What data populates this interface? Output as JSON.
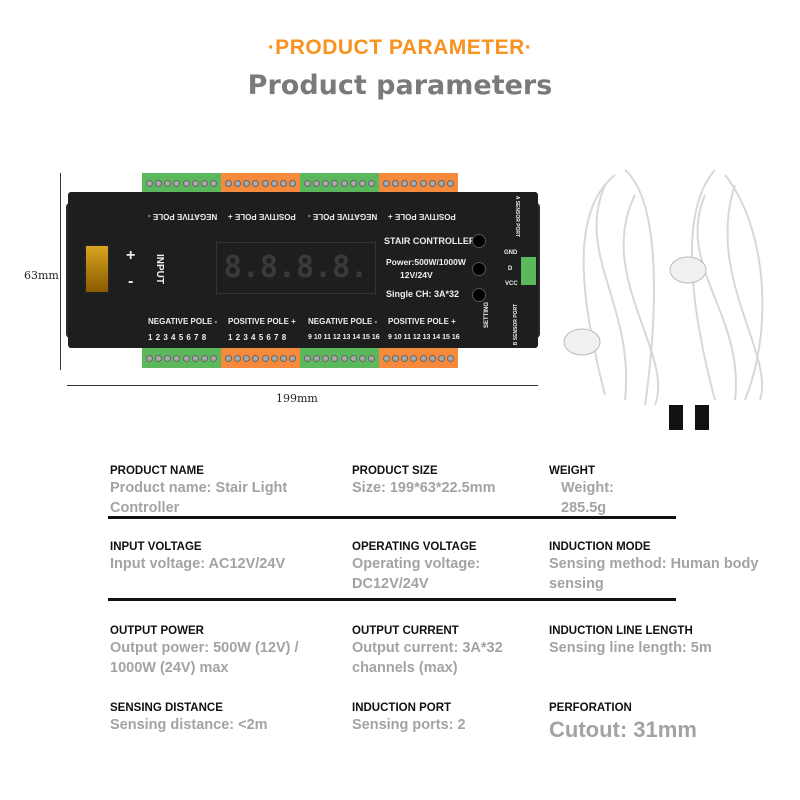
{
  "header": {
    "title": "·PRODUCT PARAMETER·",
    "subtitle": "Product parameters"
  },
  "product_image": {
    "height_label": "63mm",
    "width_label": "199mm",
    "device_labels": {
      "negative_pole": "NEGATIVE POLE -",
      "positive_pole": "POSITIVE POLE +",
      "input": "INPUT",
      "plus": "+",
      "minus": "-",
      "display": "8.8.8.8.",
      "stair_controller": "STAIR CONTROLLER",
      "power": "Power:500W/1000W",
      "voltage": "12V/24V",
      "single_ch": "Single CH: 3A*32",
      "setting": "SETTING",
      "gnd": "GND",
      "d": "D",
      "vcc": "VCC",
      "a_sensor": "A SENSOR PORT",
      "b_sensor": "B SENSOR PORT",
      "bottom_numbers_1": "1 2 3 4 5 6 7 8",
      "bottom_numbers_2": "9 10 11 12 13 14 15 16"
    },
    "colors": {
      "green": "#5cb85c",
      "orange": "#f58a3c",
      "body": "#1e1e1e",
      "accent": "#f7931e"
    }
  },
  "specs": [
    {
      "heading": "PRODUCT NAME",
      "value": "Product name: Stair Light Controller"
    },
    {
      "heading": "PRODUCT SIZE",
      "value": "Size: 199*63*22.5mm"
    },
    {
      "heading": "WEIGHT",
      "value": "Weight: 285.5g"
    },
    {
      "heading": "INPUT VOLTAGE",
      "value": "Input voltage: AC12V/24V"
    },
    {
      "heading": "OPERATING VOLTAGE",
      "value": "Operating voltage: DC12V/24V"
    },
    {
      "heading": "INDUCTION MODE",
      "value": "Sensing method: Human body sensing"
    },
    {
      "heading": "OUTPUT POWER",
      "value": "Output power: 500W (12V) / 1000W (24V) max"
    },
    {
      "heading": "OUTPUT CURRENT",
      "value": "Output current: 3A*32 channels (max)"
    },
    {
      "heading": "INDUCTION LINE LENGTH",
      "value": "Sensing line length: 5m"
    },
    {
      "heading": "SENSING DISTANCE",
      "value": "Sensing distance: <2m"
    },
    {
      "heading": "INDUCTION PORT",
      "value": "Sensing ports: 2"
    },
    {
      "heading": "PERFORATION",
      "value": "Cutout: 31mm"
    }
  ]
}
